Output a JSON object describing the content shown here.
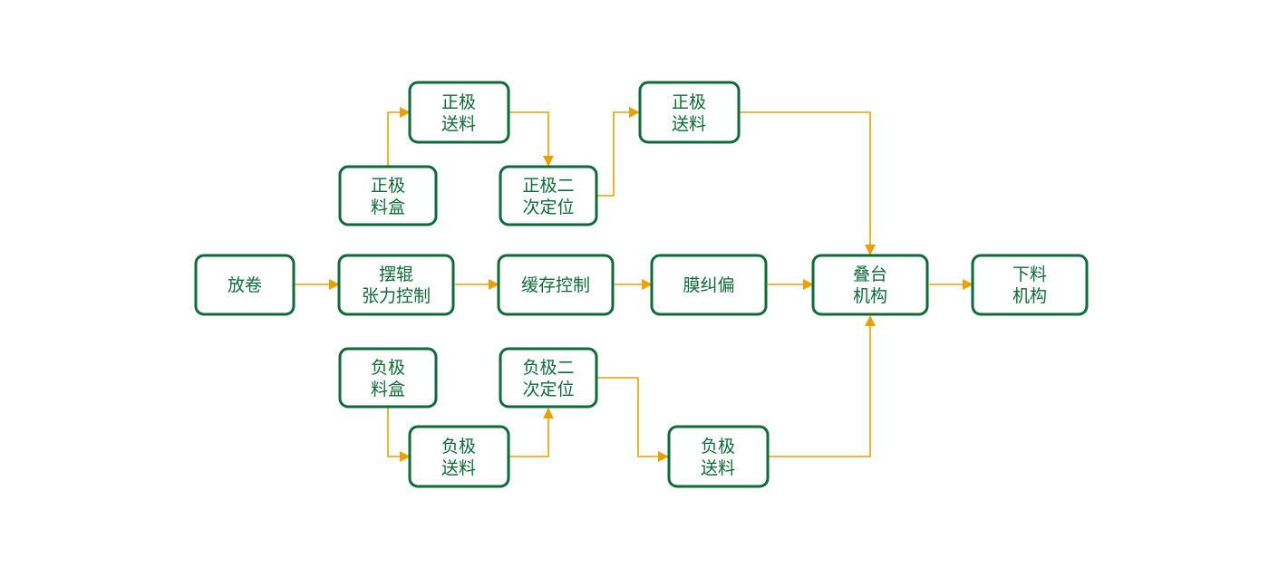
{
  "colors": {
    "box_border": "#0e6b38",
    "box_text": "#0e6b38",
    "arrow": "#e8a200",
    "background": "#ffffff"
  },
  "nodes": {
    "unwind": [
      "放卷"
    ],
    "tension": [
      "摆辊",
      "张力控制"
    ],
    "buffer": [
      "缓存控制"
    ],
    "deviation": [
      "膜纠偏"
    ],
    "stacking": [
      "叠台",
      "机构"
    ],
    "discharge": [
      "下料",
      "机构"
    ],
    "pos_box": [
      "正极",
      "料盒"
    ],
    "pos_feed_1": [
      "正极",
      "送料"
    ],
    "pos_secondary": [
      "正极二",
      "次定位"
    ],
    "pos_feed_2": [
      "正极",
      "送料"
    ],
    "neg_box": [
      "负极",
      "料盒"
    ],
    "neg_feed_1": [
      "负极",
      "送料"
    ],
    "neg_secondary": [
      "负极二",
      "次定位"
    ],
    "neg_feed_2": [
      "负极",
      "送料"
    ]
  },
  "edges": [
    [
      "unwind",
      "tension"
    ],
    [
      "tension",
      "buffer"
    ],
    [
      "buffer",
      "deviation"
    ],
    [
      "deviation",
      "stacking"
    ],
    [
      "stacking",
      "discharge"
    ],
    [
      "pos_box",
      "pos_feed_1"
    ],
    [
      "pos_feed_1",
      "pos_secondary"
    ],
    [
      "pos_secondary",
      "pos_feed_2"
    ],
    [
      "pos_feed_2",
      "stacking"
    ],
    [
      "neg_box",
      "neg_feed_1"
    ],
    [
      "neg_feed_1",
      "neg_secondary"
    ],
    [
      "neg_secondary",
      "neg_feed_2"
    ],
    [
      "neg_feed_2",
      "stacking"
    ]
  ]
}
